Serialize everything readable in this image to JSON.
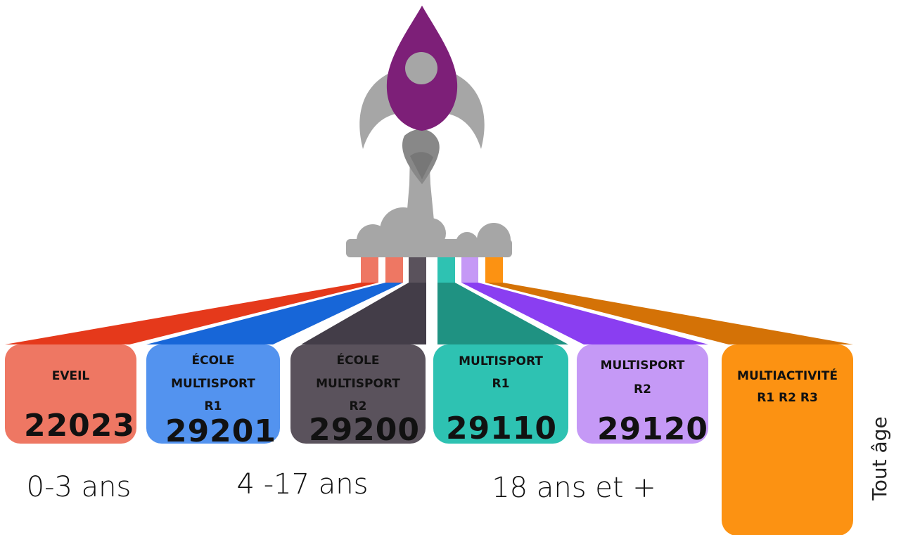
{
  "boxes": [
    {
      "title_lines": [
        "EVEIL"
      ],
      "code": "22023",
      "color": "#ee7763",
      "beam_color": "#e5391b",
      "port_color": "#ee7763",
      "text_color": "#111111"
    },
    {
      "title_lines": [
        "ÉCOLE",
        "MULTISPORT",
        "R1"
      ],
      "code": "29201",
      "color": "#5393ef",
      "beam_color": "#1766d8",
      "port_color": "#ee7763",
      "text_color": "#111111"
    },
    {
      "title_lines": [
        "ÉCOLE",
        "MULTISPORT",
        "R2"
      ],
      "code": "29200",
      "color": "#5a525c",
      "beam_color": "#433d48",
      "port_color": "#5a525c",
      "text_color": "#111111"
    },
    {
      "title_lines": [
        "MULTISPORT",
        "R1"
      ],
      "code": "29110",
      "color": "#2ec2b2",
      "beam_color": "#1f9282",
      "port_color": "#2ec2b2",
      "text_color": "#111111"
    },
    {
      "title_lines": [
        "MULTISPORT",
        "R2"
      ],
      "code": "29120",
      "color": "#c599f6",
      "beam_color": "#8a3ef1",
      "port_color": "#c599f6",
      "text_color": "#111111"
    },
    {
      "title_lines": [
        "MULTIACTIVITÉ",
        "R1 R2 R3"
      ],
      "code": "",
      "color": "#fc9212",
      "beam_color": "#d47206",
      "port_color": "#fc9212",
      "text_color": "#111111"
    }
  ],
  "age_labels": [
    "0-3 ans",
    "4 -17 ans",
    "18 ans et +"
  ],
  "side_label": "Tout âge",
  "rocket": {
    "body_color": "#7d1f78",
    "fin_color": "#a6a6a6",
    "window_color": "#a6a6a6",
    "flame_color": "#888888",
    "smoke_color": "#a6a6a6"
  }
}
